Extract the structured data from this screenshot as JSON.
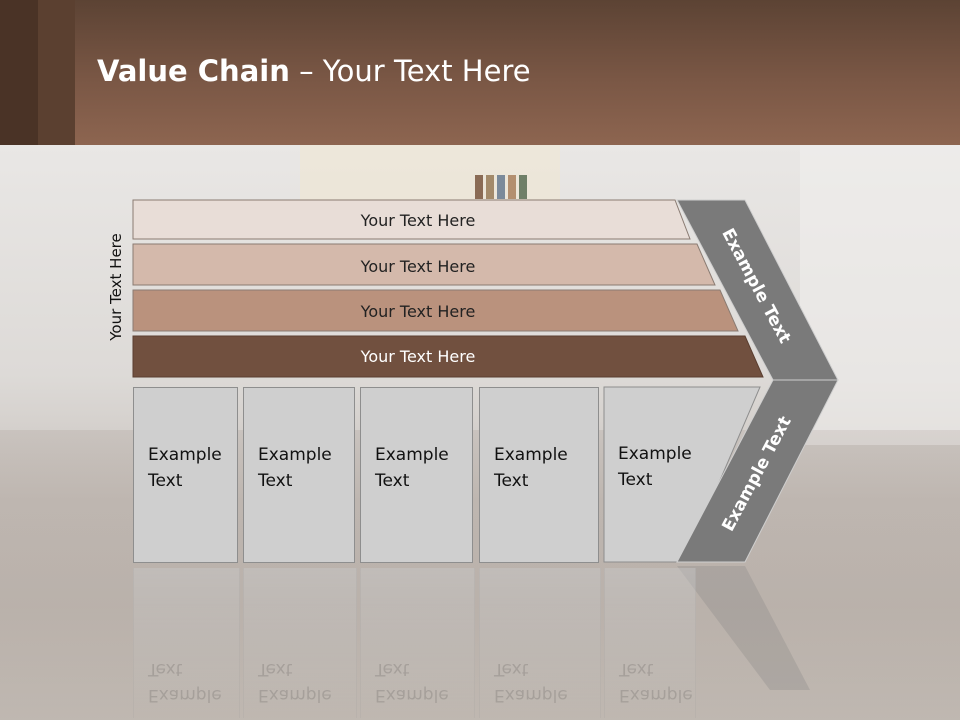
{
  "slide": {
    "title_bold": "Value Chain",
    "title_rest": " – Your Text Here",
    "side_label": "Your Text Here",
    "bars": [
      {
        "label": "Your Text Here",
        "color": "#e8ddd7"
      },
      {
        "label": "Your Text Here",
        "color": "#d4b9ab"
      },
      {
        "label": "Your Text Here",
        "color": "#ba927d"
      },
      {
        "label": "Your Text Here",
        "color": "#71503f"
      }
    ],
    "cells": [
      {
        "label": "Example\nText"
      },
      {
        "label": "Example\nText"
      },
      {
        "label": "Example\nText"
      },
      {
        "label": "Example\nText"
      },
      {
        "label": "Example\nText"
      }
    ],
    "arrow_top_label": "Example Text",
    "arrow_bottom_label": "Example Text",
    "colors": {
      "arrow": "#7a7a7a",
      "header": "#7a5745",
      "cell": "#cfcfcf"
    }
  }
}
